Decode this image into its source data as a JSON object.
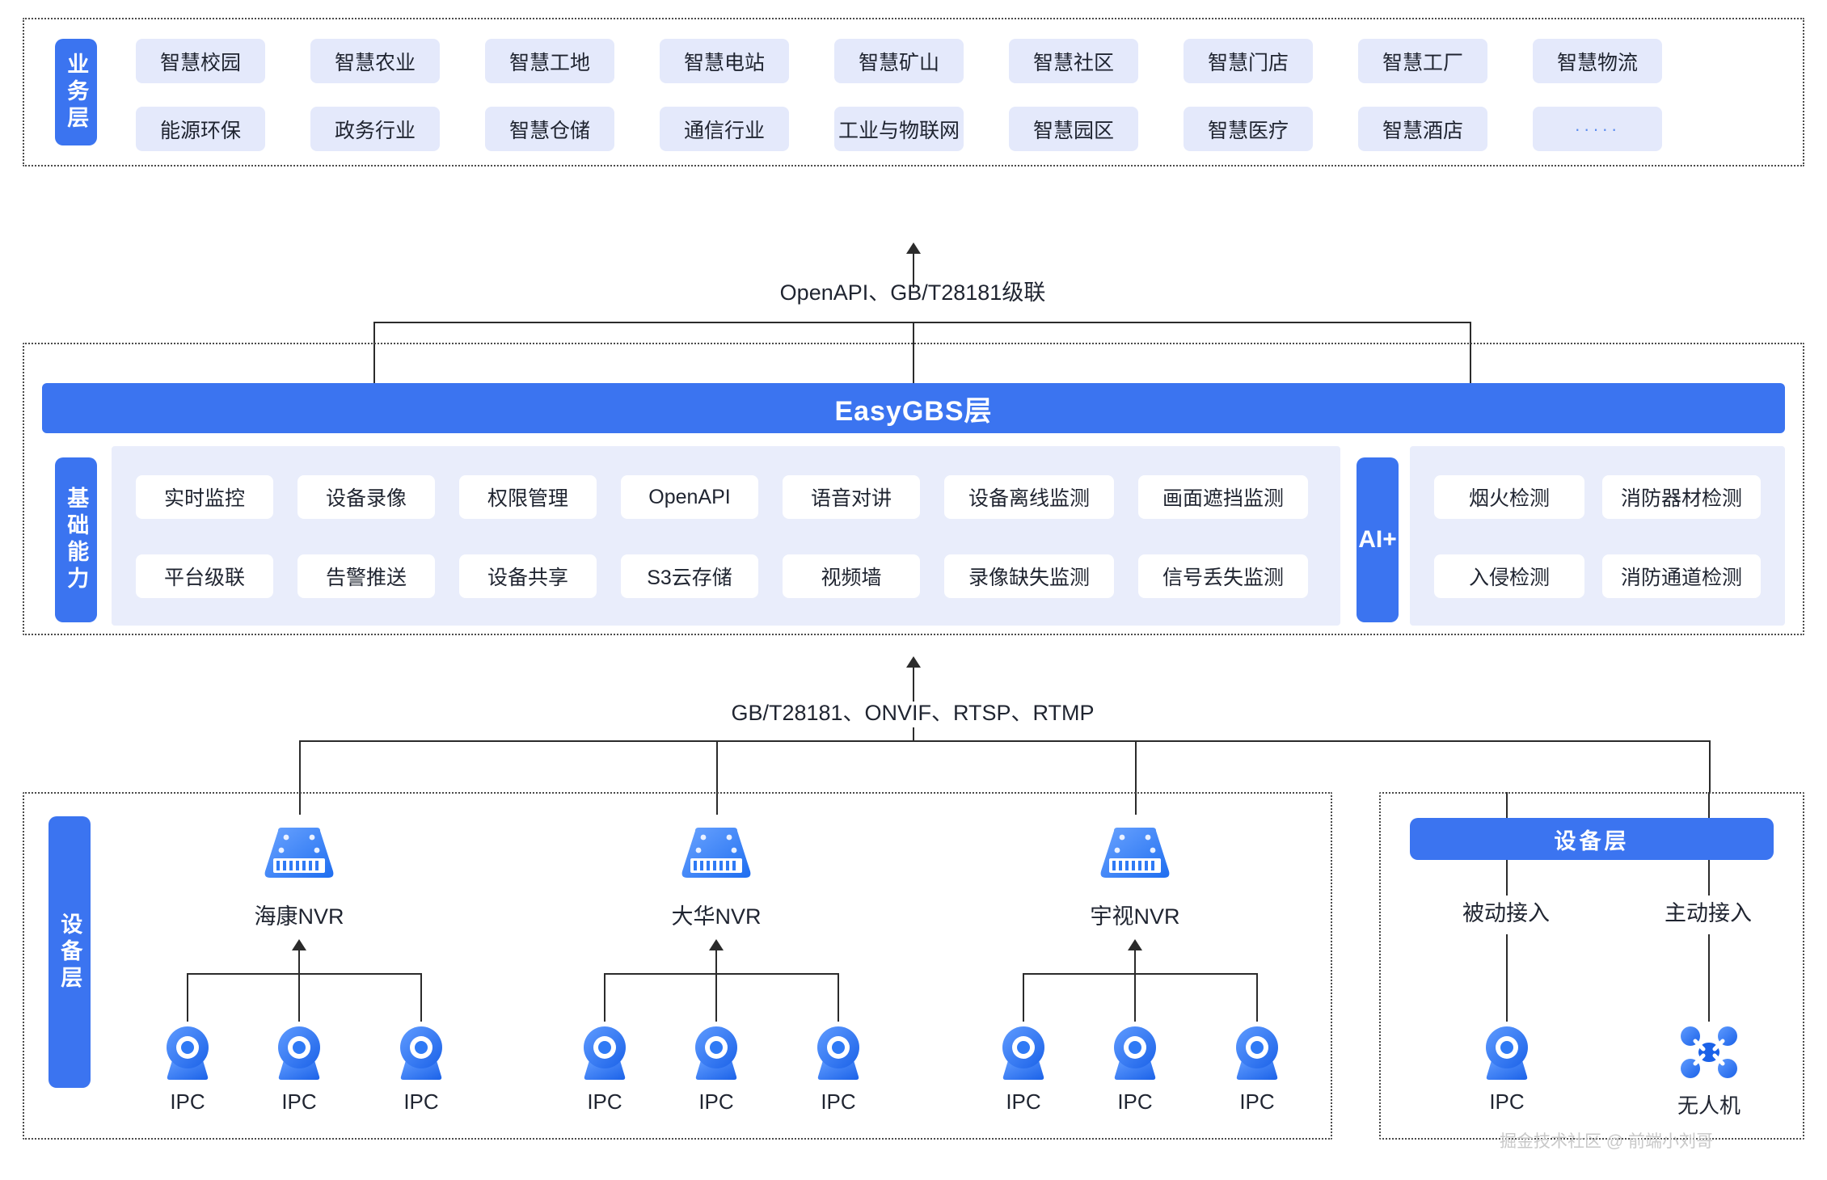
{
  "business_layer": {
    "label": "业务层",
    "row1": [
      "智慧校园",
      "智慧农业",
      "智慧工地",
      "智慧电站",
      "智慧矿山",
      "智慧社区",
      "智慧门店",
      "智慧工厂",
      "智慧物流"
    ],
    "row2": [
      "能源环保",
      "政务行业",
      "智慧仓储",
      "通信行业",
      "工业与物联网",
      "智慧园区",
      "智慧医疗",
      "智慧酒店",
      "·····"
    ]
  },
  "connector_top": {
    "text": "OpenAPI、GB/T28181级联"
  },
  "easygbs": {
    "title": "EasyGBS层"
  },
  "base_capability": {
    "label": "基础能力",
    "row1": [
      "实时监控",
      "设备录像",
      "权限管理",
      "OpenAPI",
      "语音对讲",
      "设备离线监测",
      "画面遮挡监测"
    ],
    "row2": [
      "平台级联",
      "告警推送",
      "设备共享",
      "S3云存储",
      "视频墙",
      "录像缺失监测",
      "信号丢失监测"
    ]
  },
  "ai_plus": {
    "label": "AI+",
    "row1": [
      "烟火检测",
      "消防器材检测"
    ],
    "row2": [
      "入侵检测",
      "消防通道检测"
    ]
  },
  "connector_bottom": {
    "text": "GB/T28181、ONVIF、RTSP、RTMP"
  },
  "device_layer_left": {
    "label": "设备层",
    "groups": [
      {
        "nvr": "海康NVR",
        "cameras": [
          "IPC",
          "IPC",
          "IPC"
        ]
      },
      {
        "nvr": "大华NVR",
        "cameras": [
          "IPC",
          "IPC",
          "IPC"
        ]
      },
      {
        "nvr": "宇视NVR",
        "cameras": [
          "IPC",
          "IPC",
          "IPC"
        ]
      }
    ]
  },
  "device_layer_right": {
    "title": "设备层",
    "branches": [
      {
        "mode": "被动接入",
        "device": "IPC",
        "icon": "ipc-camera-icon"
      },
      {
        "mode": "主动接入",
        "device": "无人机",
        "icon": "drone-icon"
      }
    ]
  },
  "watermark": {
    "text": "掘金技术社区 @ 前端小刘哥"
  },
  "colors": {
    "brand_blue": "#3b74f0",
    "chip_bg": "#e4e9fb",
    "panel_bg": "#e9edfb",
    "line": "#2b2b2b",
    "text": "#1f2430"
  }
}
